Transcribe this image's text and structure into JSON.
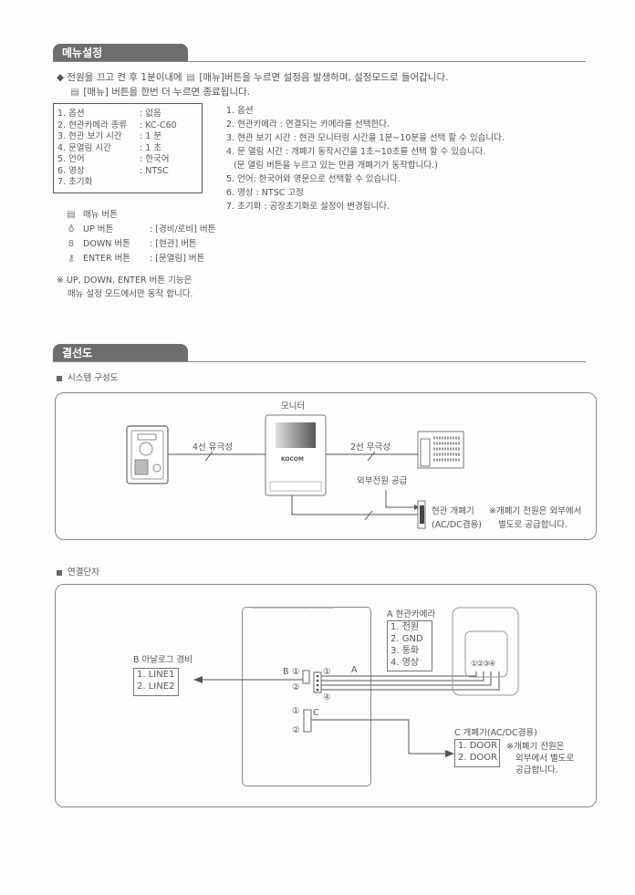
{
  "menu_section": {
    "title": "메뉴설정",
    "intro_line1": "◆ 전원을 끄고 켠 후 1분이내에",
    "intro_line1_b": "[매뉴]버튼을 누르면 설정음 발생하며, 설정모드로 들어갑니다.",
    "intro_line2": "[매뉴] 버튼을 한번 더 누르면 종료됩니다.",
    "settings": [
      {
        "key": "1. 옵션",
        "value": ": 없음"
      },
      {
        "key": "2. 현관카메라 종류",
        "value": ": KC-C60"
      },
      {
        "key": "3. 현관 보기 시간",
        "value": ": 1 분"
      },
      {
        "key": "4. 문열림 시간",
        "value": ": 1 초"
      },
      {
        "key": "5. 언어",
        "value": ": 한국어"
      },
      {
        "key": "6. 영상",
        "value": ": NTSC"
      },
      {
        "key": "7. 초기화",
        "value": ""
      }
    ],
    "descriptions": [
      "1. 옵션",
      "2. 현관카메라 : 연결되는 카메라를 선택한다.",
      "3. 현관 보기 시간 : 현관 모니터링 시간을 1분~10분을 선택 할 수 있습니다.",
      "4. 문 열림 시간 : 개폐기 동작시간을 1초~10초를 선택 할 수 있습니다.",
      "(문 열림 버튼을 누르고 있는 만큼 개폐기가 동작합니다.)",
      "5. 언어: 한국어와 영문으로 선택할 수 있습니다.",
      "6. 영상 : NTSC 고정",
      "7. 초기화 : 공장초기화로 설정이 변경됩니다."
    ],
    "buttons": [
      {
        "icon": "menu-icon",
        "glyph": "▤",
        "label": "매뉴 버튼",
        "mapping": ""
      },
      {
        "icon": "security-icon",
        "glyph": "♁",
        "label": "UP 버튼",
        "mapping": ": [경비/로비] 버튼"
      },
      {
        "icon": "door-camera-icon",
        "glyph": "8",
        "label": "DOWN 버튼",
        "mapping": ": [현관] 버튼"
      },
      {
        "icon": "key-icon",
        "glyph": "⚷",
        "label": "ENTER 버튼",
        "mapping": ": [문열림] 버튼"
      }
    ],
    "note_line1": "※ UP, DOWN, ENTER 버튼 기능은",
    "note_line2": "매뉴 설정 모드에서만 동작 합니다."
  },
  "wiring_section": {
    "title": "결선도",
    "system": {
      "heading": "시스템 구성도",
      "monitor_label": "모니터",
      "brand": "KOCOM",
      "wire_4": "4선 유극성",
      "wire_2": "2선 무극성",
      "external_power": "외부전원 공급",
      "door_opener_line1": "현관 개폐기",
      "door_opener_line2": "(AC/DC겸용)",
      "note_line1": "※개폐기 전원은 외부에서",
      "note_line2": "별도로 공급합니다."
    },
    "terminals": {
      "heading": "연결단자",
      "b_title": "B 아날로그 경비",
      "b_items": [
        "1.  LINE1",
        "2.  LINE2"
      ],
      "a_title": "A 현관카메라",
      "a_items": [
        "1. 전원",
        "2. GND",
        "3. 통화",
        "4. 영상"
      ],
      "c_title": "C 개폐기(AC/DC겸용)",
      "c_items": [
        "1. DOOR",
        "2. DOOR"
      ],
      "c_note": [
        "※개폐기 전원은",
        "외부에서 별도로",
        "공급합니다."
      ],
      "label_b": "B",
      "label_a": "A",
      "label_c": "C",
      "pin1": "①",
      "pin2": "②",
      "pin4": "④",
      "camera_pins": "①②③④"
    }
  }
}
